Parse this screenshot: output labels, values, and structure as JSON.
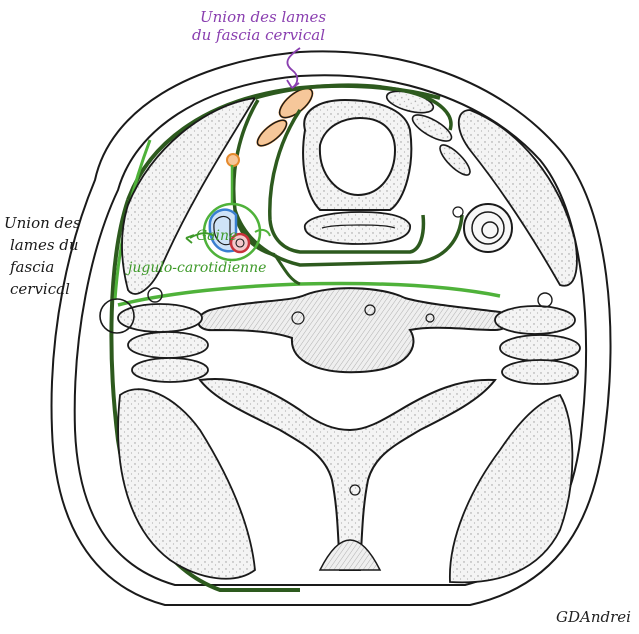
{
  "labels": {
    "top_union": [
      "Union des lames",
      "du fascia cervical"
    ],
    "left_union": [
      "Union des",
      "lames du",
      "fascia",
      "cervical"
    ],
    "sheath": [
      "Gaine",
      "jugulo-carotidienne"
    ],
    "signature": "GDAndrei"
  },
  "colors": {
    "outline": "#1a1a1a",
    "fascia_dark": "#2d5a1e",
    "fascia_light": "#4fb23a",
    "label_purple": "#8a3fb0",
    "label_green": "#3f9a2a",
    "muscle_fill": "#f0f0f0",
    "thyroid_orange": "#e58a2e",
    "vein_blue": "#3a7fd0",
    "artery_red": "#c8323a"
  },
  "icons": [
    "neck-cross-section",
    "annotation-circle",
    "curved-arrow"
  ]
}
